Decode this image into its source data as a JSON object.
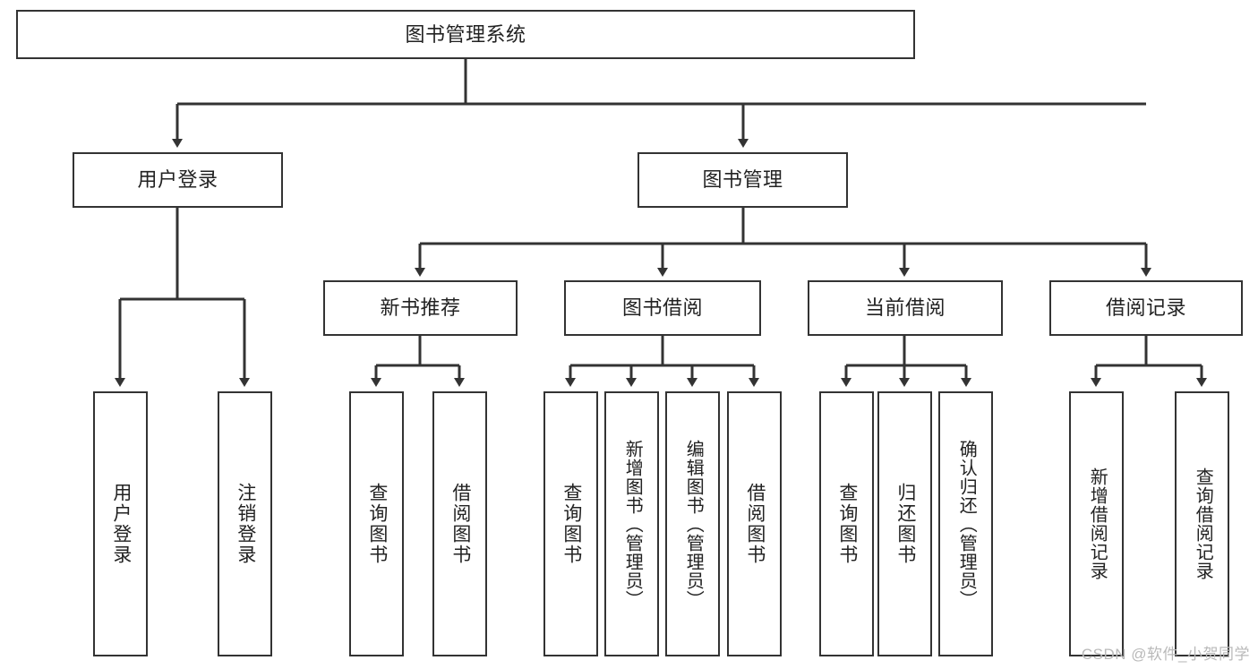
{
  "diagram": {
    "title": "图书管理系统",
    "type": "tree",
    "background": "#ffffff",
    "stroke": "#333333",
    "root": {
      "label": "图书管理系统"
    },
    "level2": [
      {
        "label": "用户登录"
      },
      {
        "label": "图书管理"
      }
    ],
    "level3": [
      {
        "label": "新书推荐"
      },
      {
        "label": "图书借阅"
      },
      {
        "label": "当前借阅"
      },
      {
        "label": "借阅记录"
      }
    ],
    "leaves": {
      "user_login": [
        {
          "label": "用户登录"
        },
        {
          "label": "注销登录"
        }
      ],
      "new_book_recommend": [
        {
          "label": "查询图书"
        },
        {
          "label": "借阅图书"
        }
      ],
      "book_borrow": [
        {
          "label": "查询图书"
        },
        {
          "label": "新增图书（管理员）"
        },
        {
          "label": "编辑图书（管理员）"
        },
        {
          "label": "借阅图书"
        }
      ],
      "current_borrow": [
        {
          "label": "查询图书"
        },
        {
          "label": "归还图书"
        },
        {
          "label": "确认归还（管理员）"
        }
      ],
      "borrow_record": [
        {
          "label": "新增借阅记录"
        },
        {
          "label": "查询借阅记录"
        }
      ]
    }
  },
  "watermark": {
    "text": "CSDN @软件_小贺同学"
  }
}
